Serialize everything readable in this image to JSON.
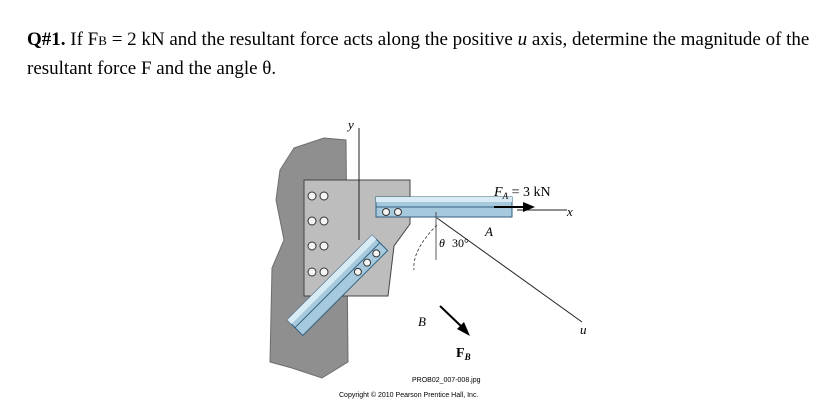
{
  "question": {
    "number": "Q#1.",
    "part1": " If F",
    "sub_b": "B",
    "part2": " = 2 kN and the resultant force acts along the positive ",
    "axis": "u",
    "part3": " axis, determine the magnitude of the resultant force F and the angle θ."
  },
  "figure": {
    "label_y": "y",
    "label_x": "x",
    "label_u": "u",
    "label_fa_main": "F",
    "label_fa_sub": "A",
    "label_fa_value": " = 3 kN",
    "label_a": "A",
    "label_b": "B",
    "label_theta": "θ",
    "label_angle": "30°",
    "label_fb_main": "F",
    "label_fb_sub": "B",
    "caption_file": "PROB02_007-008.jpg",
    "caption_copyright": "Copyright © 2010 Pearson Prentice Hall, Inc."
  },
  "colors": {
    "wall": "#8a8a8a",
    "plate": "#b5b5b5",
    "member": "#9fc3d9",
    "member_edge": "#2f5f7f"
  }
}
